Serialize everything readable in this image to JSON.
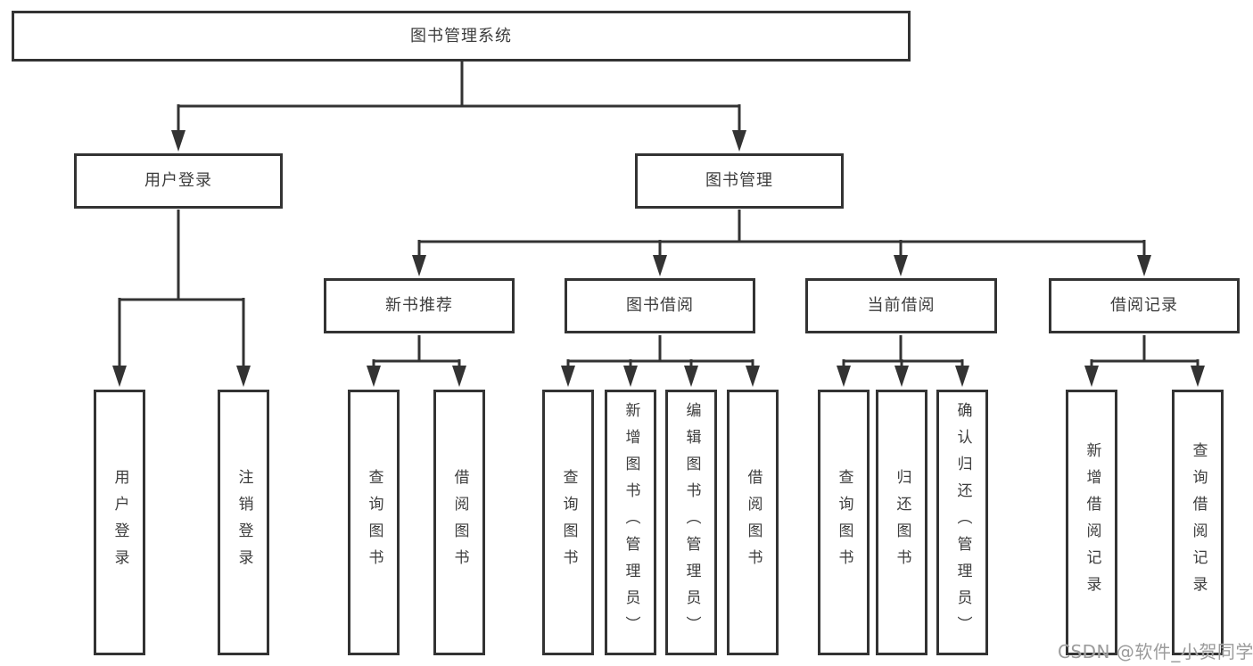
{
  "colors": {
    "line": "#333333",
    "border": "#333333",
    "text": "#3d3d3d",
    "background": "#ffffff",
    "watermark": "#9b9b9b"
  },
  "tree": {
    "label": "图书管理系统",
    "children": [
      {
        "label": "用户登录",
        "children": [
          {
            "label": "用户登录"
          },
          {
            "label": "注销登录"
          }
        ]
      },
      {
        "label": "图书管理",
        "children": [
          {
            "label": "新书推荐",
            "children": [
              {
                "label": "查询图书"
              },
              {
                "label": "借阅图书"
              }
            ]
          },
          {
            "label": "图书借阅",
            "children": [
              {
                "label": "查询图书"
              },
              {
                "label": "新增图书（管理员）"
              },
              {
                "label": "编辑图书（管理员）"
              },
              {
                "label": "借阅图书"
              }
            ]
          },
          {
            "label": "当前借阅",
            "children": [
              {
                "label": "查询图书"
              },
              {
                "label": "归还图书"
              },
              {
                "label": "确认归还（管理员）"
              }
            ]
          },
          {
            "label": "借阅记录",
            "children": [
              {
                "label": "新增借阅记录"
              },
              {
                "label": "查询借阅记录"
              }
            ]
          }
        ]
      }
    ]
  },
  "watermark": {
    "text": "CSDN @软件_小贺同学"
  }
}
